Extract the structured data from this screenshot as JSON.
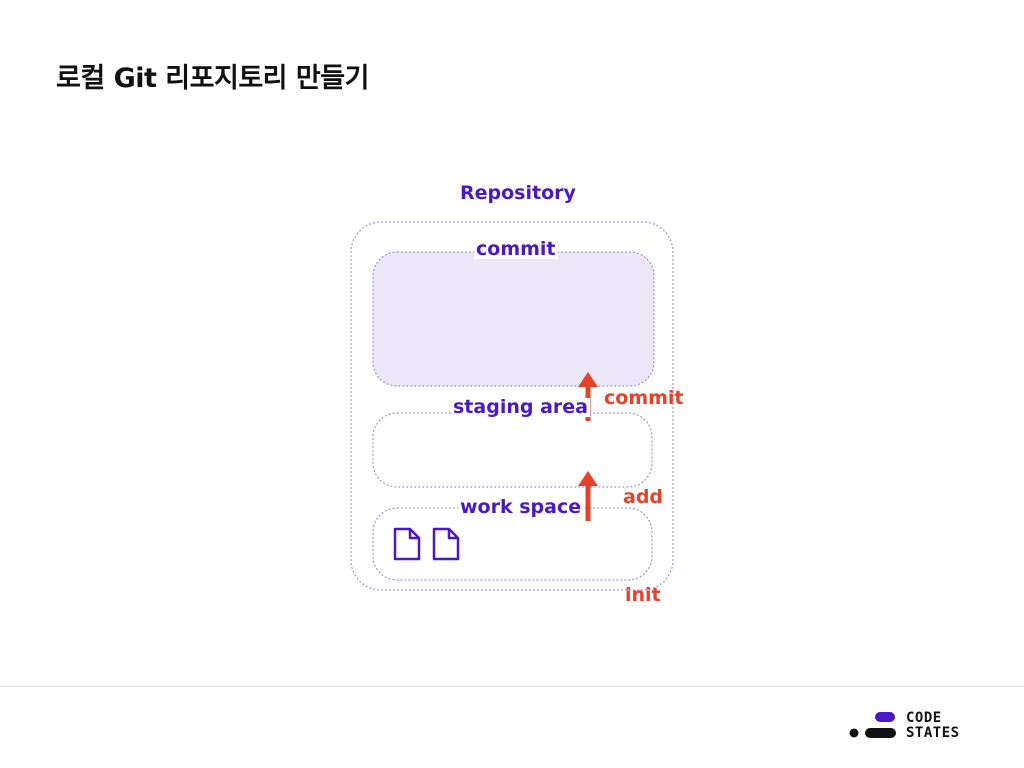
{
  "slide": {
    "title": "로컬 Git 리포지토리 만들기"
  },
  "diagram": {
    "repository_label": "Repository",
    "areas": {
      "commit": "commit",
      "staging": "staging area",
      "workspace": "work space"
    },
    "actions": {
      "commit": "commit",
      "add": "add",
      "init": "init"
    },
    "icons": [
      "file-icon",
      "file-icon"
    ]
  },
  "logo": {
    "line1": "CODE",
    "line2": "STATES"
  },
  "colors": {
    "purple": "#4a18c4",
    "red": "#e8412a",
    "commit_fill": "#ebe6f8",
    "dotted_border": "#8a7fe0"
  }
}
